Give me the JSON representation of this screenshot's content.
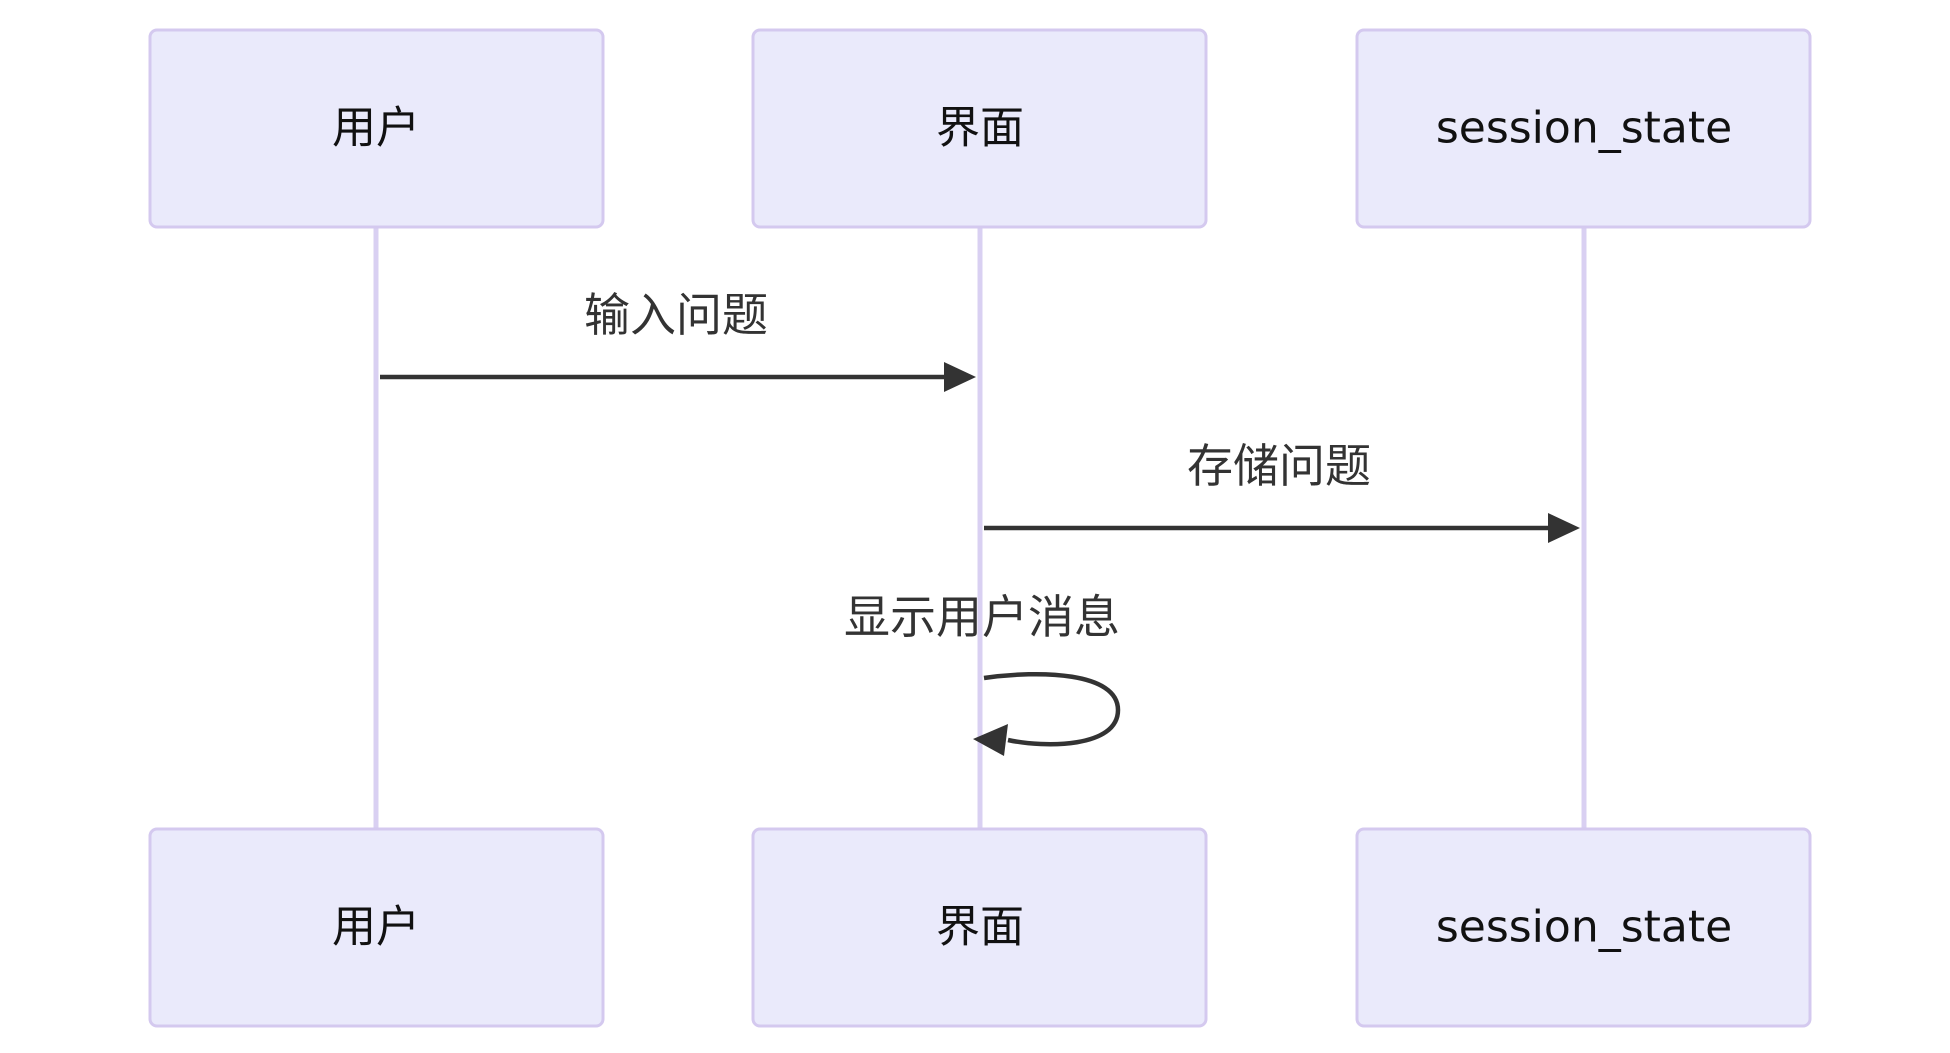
{
  "participants": {
    "user": "用户",
    "ui": "界面",
    "session_state": "session_state"
  },
  "messages": [
    {
      "from": "用户",
      "to": "界面",
      "label": "输入问题"
    },
    {
      "from": "界面",
      "to": "session_state",
      "label": "存储问题"
    },
    {
      "from": "界面",
      "to": "界面",
      "label": "显示用户消息"
    }
  ],
  "colors": {
    "actor_fill": "#eaeafb",
    "actor_border": "#d4c9ef",
    "lifeline": "#d9d0f2",
    "arrow": "#333333",
    "text": "#111111"
  }
}
